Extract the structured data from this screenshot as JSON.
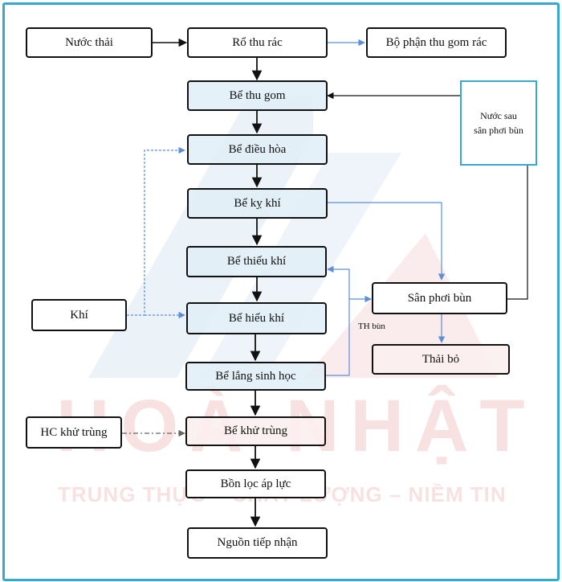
{
  "watermark": {
    "brand": "HOÀ NHẬT",
    "slogan": "TRUNG THỰC – CHẤT LƯỢNG – NIỀM TIN"
  },
  "nodes": {
    "nuoc_thai": "Nước thải",
    "ro_thu_rac": "Rổ thu rác",
    "bo_phan_thu_gom_rac": "Bộ phận thu gom rác",
    "be_thu_gom": "Bể thu gom",
    "be_dieu_hoa": "Bể điều hòa",
    "be_ky_khi": "Bể kỵ khí",
    "be_thieu_khi": "Bể thiếu khí",
    "be_hieu_khi": "Bể hiếu khí",
    "be_lang_sinh_hoc": "Bể lắng sinh học",
    "be_khu_trung": "Bể khử trùng",
    "bon_loc_ap_luc": "Bồn lọc áp lực",
    "nguon_tiep_nhan": "Nguồn tiếp nhận",
    "khi": "Khí",
    "hc_khu_trung": "HC khử trùng",
    "san_phoi_bun": "Sân phơi bùn",
    "thai_bo": "Thải bỏ",
    "nuoc_sau_line1": "Nước sau",
    "nuoc_sau_line2": "sân phơi bùn"
  },
  "edge_labels": {
    "th_bun": "TH bùn"
  },
  "colors": {
    "frame": "#35a9cf",
    "arrow_black": "#111111",
    "arrow_blue": "#5b8fd6",
    "watermark": "#e8aaaa"
  }
}
